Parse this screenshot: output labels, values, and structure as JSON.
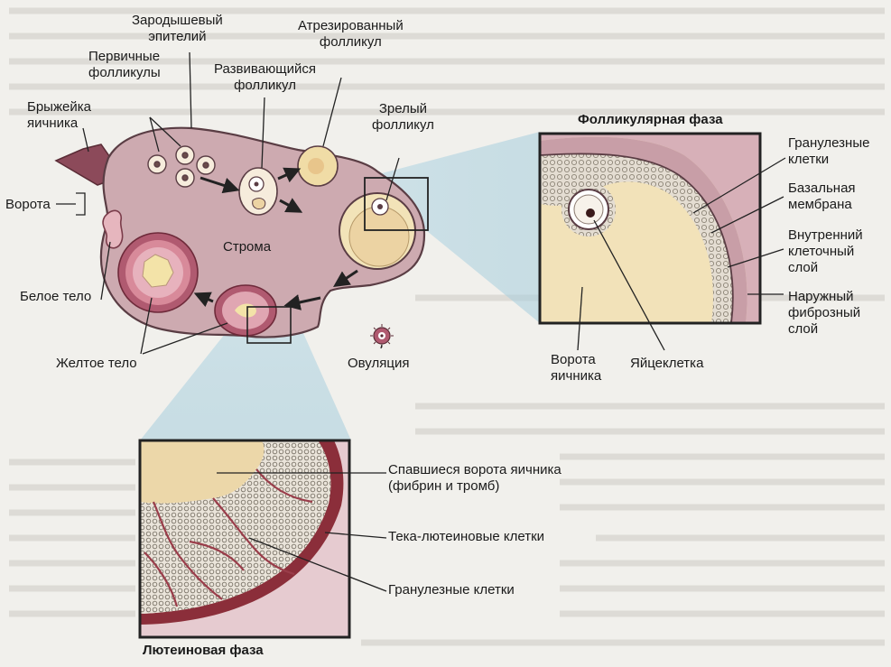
{
  "labels": {
    "germinal_epithelium": "Зародышевый\nэпителий",
    "primary_follicles": "Первичные\nфолликулы",
    "developing_follicle": "Развивающийся\nфолликул",
    "atretic_follicle": "Атрезированный\nфолликул",
    "mature_follicle": "Зрелый\nфолликул",
    "mesovarium": "Брыжейка\nяичника",
    "hilum": "Ворота",
    "stroma": "Строма",
    "corpus_albicans": "Белое тело",
    "corpus_luteum": "Желтое тело",
    "ovulation": "Овуляция"
  },
  "follicular_inset": {
    "title": "Фолликулярная фаза",
    "granulosa": "Гранулезные\nклетки",
    "basement_membrane": "Базальная\nмембрана",
    "theca_interna": "Внутренний\nклеточный\nслой",
    "theca_externa": "Наружный\nфиброзный\nслой",
    "antrum": "Ворота\nяичника",
    "oocyte": "Яйцеклетка"
  },
  "luteal_inset": {
    "title": "Лютеиновая фаза",
    "collapsed_antrum": "Спавшиеся ворота яичника\n(фибрин и тромб)",
    "theca_lutein": "Тека-лютеиновые клетки",
    "granulosa": "Гранулезные клетки"
  },
  "colors": {
    "ovary_fill": "#cdaab0",
    "ovary_stroke": "#5a3d44",
    "follicle_fill": "#f4e7c6",
    "antrum_fill": "#ecd3a3",
    "luteum_fill": "#c97487",
    "inset_border": "#222222",
    "magnifier": "#a8cfdd",
    "cells": "#dcd3c7",
    "theca": "#8b2e3a"
  }
}
